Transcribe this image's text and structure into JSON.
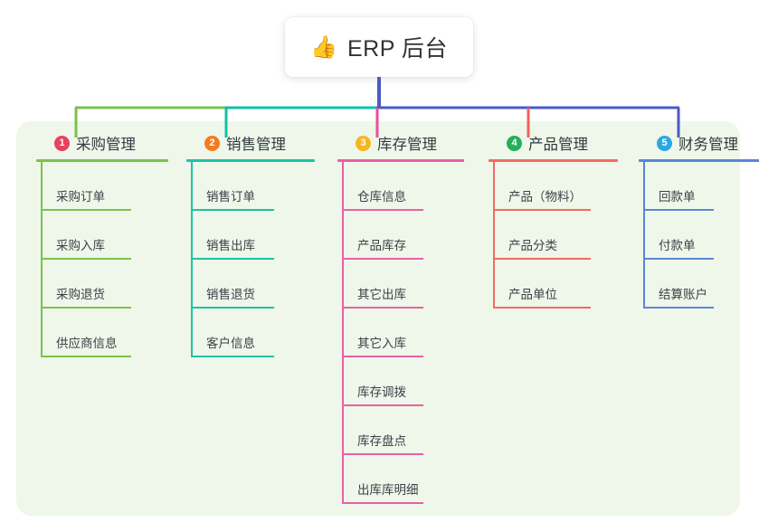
{
  "diagram": {
    "type": "mind-map",
    "title": "ERP 后台",
    "root": {
      "icon": "thumbs-up-emoji",
      "icon_glyph": "👍",
      "label": "ERP 后台"
    },
    "panel_color": "#eef7e9",
    "root_stem_color": "#4a5bc4",
    "branches": [
      {
        "index": "1",
        "label": "采购管理",
        "badge_color": "#e8415f",
        "line_color": "#7cc24c",
        "connector_color": "#7cc24c",
        "children": [
          "采购订单",
          "采购入库",
          "采购退货",
          "供应商信息"
        ]
      },
      {
        "index": "2",
        "label": "销售管理",
        "badge_color": "#f47b20",
        "line_color": "#1fc2a7",
        "connector_color": "#11c0ab",
        "children": [
          "销售订单",
          "销售出库",
          "销售退货",
          "客户信息"
        ]
      },
      {
        "index": "3",
        "label": "库存管理",
        "badge_color": "#f5b721",
        "line_color": "#ea5fa5",
        "connector_color": "#ea4f9e",
        "children": [
          "仓库信息",
          "产品库存",
          "其它出库",
          "其它入库",
          "库存调拨",
          "库存盘点",
          "出库库明细"
        ]
      },
      {
        "index": "4",
        "label": "产品管理",
        "badge_color": "#24b05a",
        "line_color": "#f26a62",
        "connector_color": "#f2635c",
        "children": [
          "产品（物料）",
          "产品分类",
          "产品单位"
        ]
      },
      {
        "index": "5",
        "label": "财务管理",
        "badge_color": "#29a7e1",
        "line_color": "#5b86d6",
        "connector_color": "#4a5bc4",
        "children": [
          "回款单",
          "付款单",
          "结算账户"
        ]
      }
    ]
  }
}
